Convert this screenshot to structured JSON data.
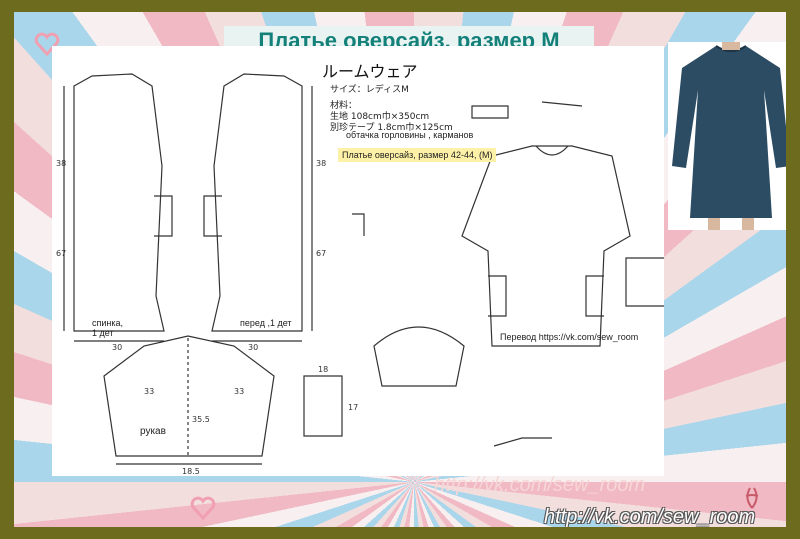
{
  "title": "Платье оверсайз, размер М",
  "pattern": {
    "jp_title": "ルームウェア",
    "size_label": "サイズ：レディスM",
    "materials": [
      "材料：",
      "生地 108cm巾×350cm",
      "別珍テープ 1.8cm巾×125cm",
      "обтачка горловины , карманов"
    ],
    "ru_size": "Платье оверсайз, размер 42-44, (M)",
    "back_label": [
      "спинка,",
      "1 дет"
    ],
    "front_label": "перед ,1 дет",
    "sleeve_label": "рукав",
    "translation_credit": "Перевод https://vk.com/sew_room"
  },
  "watermark": {
    "faint": "http://vk.com/sew_room",
    "main": "http://vk.com/sew_room"
  },
  "colors": {
    "frame": "#6d6b1e",
    "title_text": "#13807a",
    "dress": "#2b4c63"
  },
  "icons": [
    "heart-icon",
    "ornament-icon"
  ]
}
